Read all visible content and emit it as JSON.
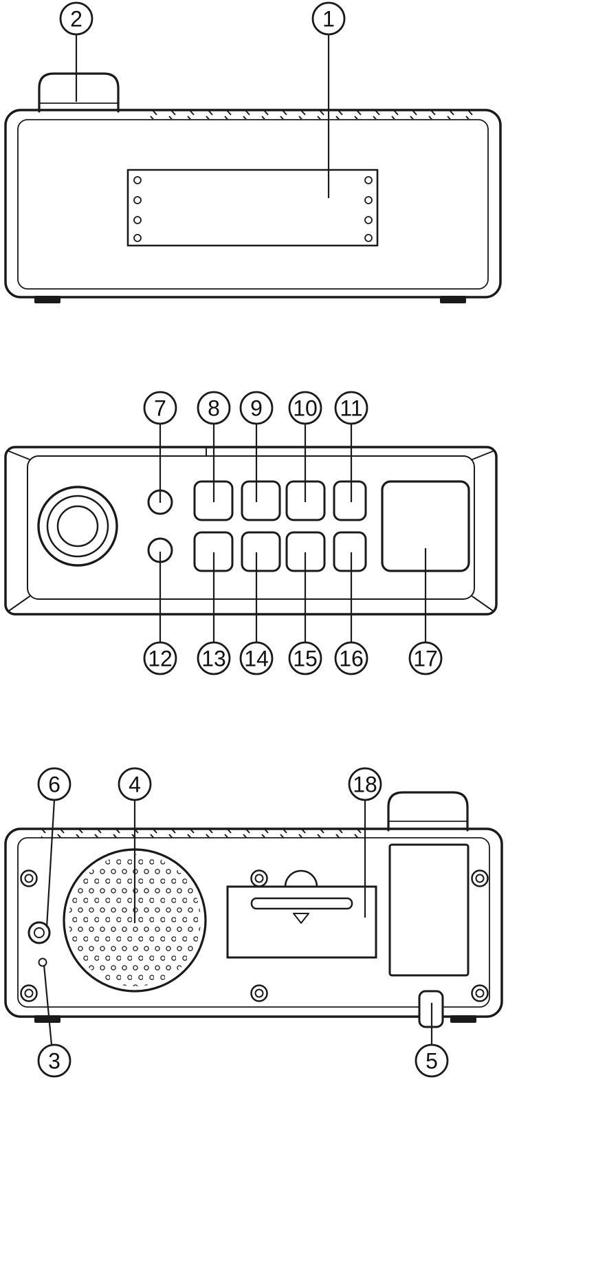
{
  "figure": {
    "type": "hardware-parts-diagram",
    "views": [
      {
        "id": "front-view",
        "callouts": [
          "2",
          "1"
        ]
      },
      {
        "id": "top-view",
        "callouts": [
          "7",
          "8",
          "9",
          "10",
          "11",
          "12",
          "13",
          "14",
          "15",
          "16",
          "17"
        ]
      },
      {
        "id": "back-view",
        "callouts": [
          "6",
          "4",
          "18",
          "3",
          "5"
        ]
      }
    ]
  },
  "callouts": {
    "c1": "1",
    "c2": "2",
    "c3": "3",
    "c4": "4",
    "c5": "5",
    "c6": "6",
    "c7": "7",
    "c8": "8",
    "c9": "9",
    "c10": "10",
    "c11": "11",
    "c12": "12",
    "c13": "13",
    "c14": "14",
    "c15": "15",
    "c16": "16",
    "c17": "17",
    "c18": "18"
  },
  "colors": {
    "line": "#1a1a1a",
    "background": "#ffffff"
  }
}
